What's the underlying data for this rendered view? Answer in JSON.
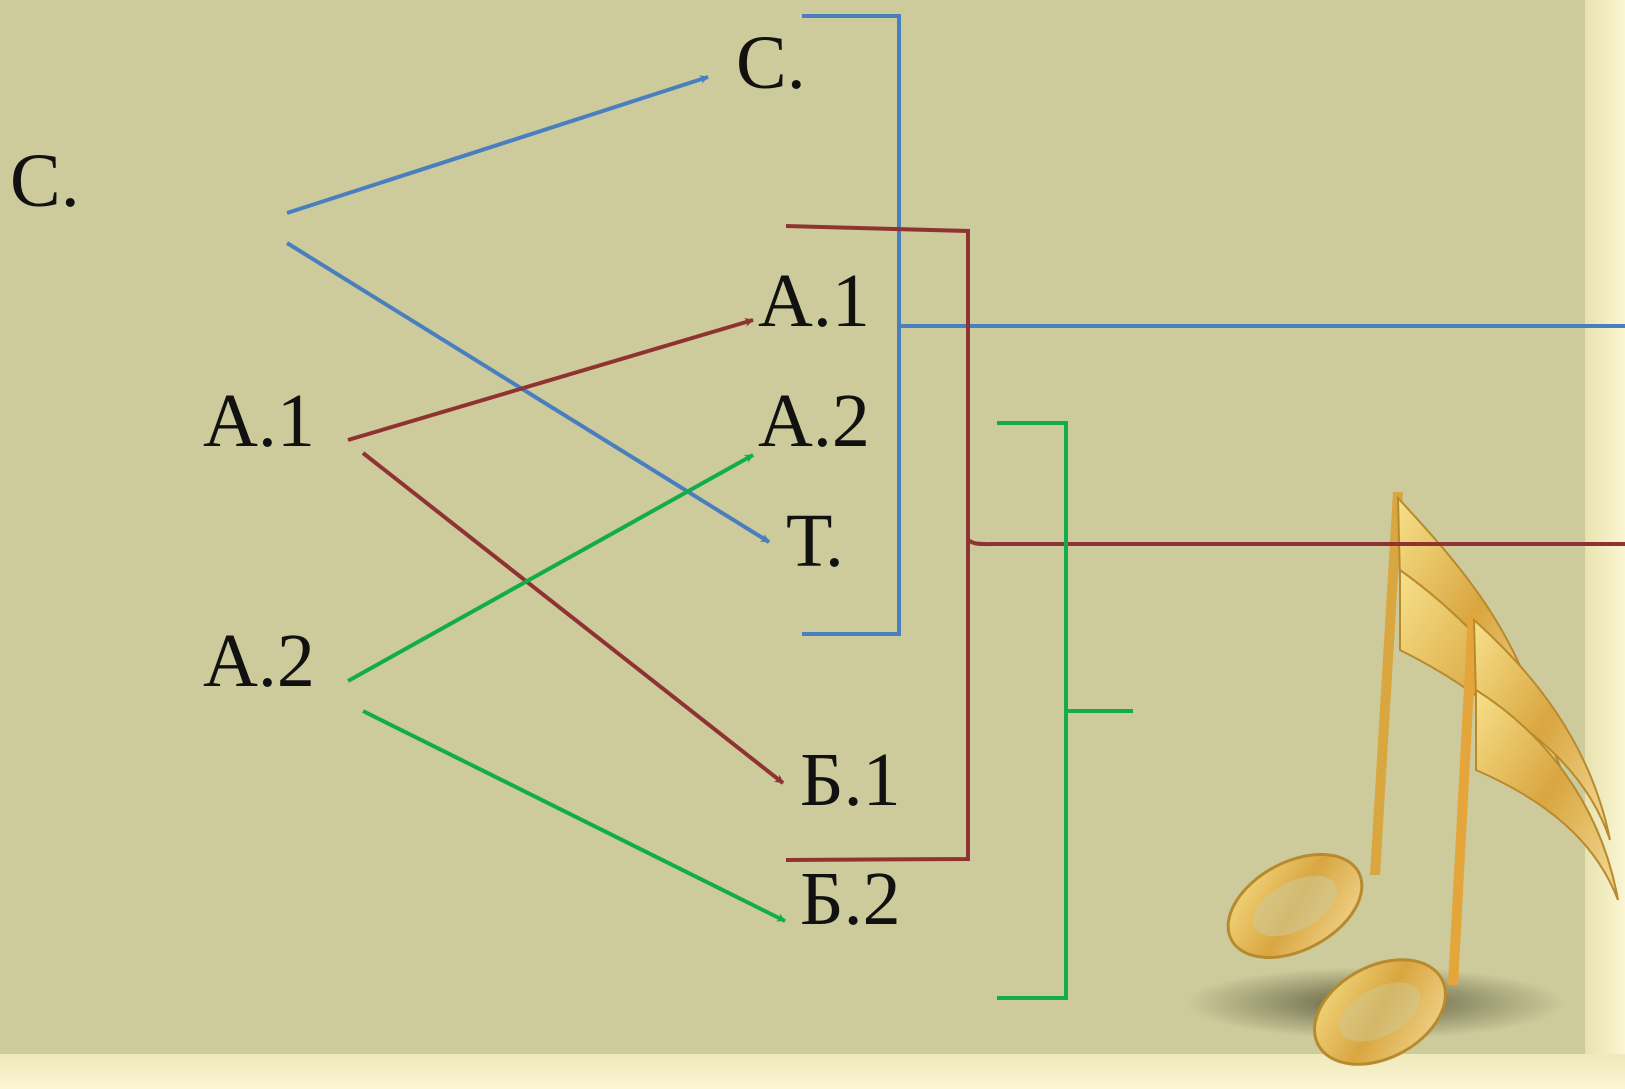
{
  "labels": {
    "left_c": "С.",
    "left_a1": "А.1",
    "left_a2": "А.2",
    "right_c": "С.",
    "right_a1": "А.1",
    "right_a2": "А.2",
    "right_t": "Т.",
    "right_b1": "Б.1",
    "right_b2": "Б.2"
  },
  "colors": {
    "background": "#cdcb9b",
    "frame": "#fbf6d2",
    "blue": "#4a7fbf",
    "red": "#8e3232",
    "green": "#12ad4a",
    "text": "#111111"
  },
  "decoration": {
    "icon": "music-notes-icon"
  }
}
